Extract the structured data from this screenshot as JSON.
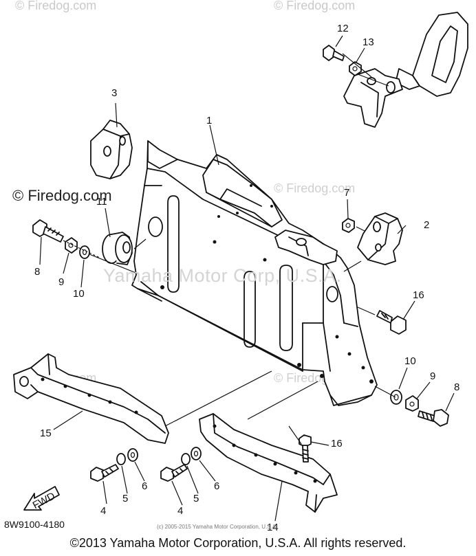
{
  "watermarks": {
    "top_left": "© Firedog.com",
    "top_right": "© Firedog.com",
    "mid_left": "© Firedog.com",
    "mid_right": "© Firedog.com",
    "lower_left": "© Firedog.com",
    "lower_right": "© Firedog.com",
    "center": "Yamaha Motor Corp, U.S.A."
  },
  "part_numbers": {
    "p1": "1",
    "p2": "2",
    "p3": "3",
    "p4a": "4",
    "p4b": "4",
    "p5a": "5",
    "p5b": "5",
    "p6a": "6",
    "p6b": "6",
    "p7": "7",
    "p8a": "8",
    "p8b": "8",
    "p9a": "9",
    "p9b": "9",
    "p10a": "10",
    "p10b": "10",
    "p11": "11",
    "p12": "12",
    "p13": "13",
    "p14": "14",
    "p15": "15",
    "p16a": "16",
    "p16b": "16"
  },
  "fwd_label": "FWD",
  "diagram_code": "8W9100-4180",
  "small_copyright": "(c) 2005-2015 Yamaha Motor Corporation, U.S.A.",
  "footer_copyright": "©2013 Yamaha Motor Corporation, U.S.A. All rights reserved."
}
